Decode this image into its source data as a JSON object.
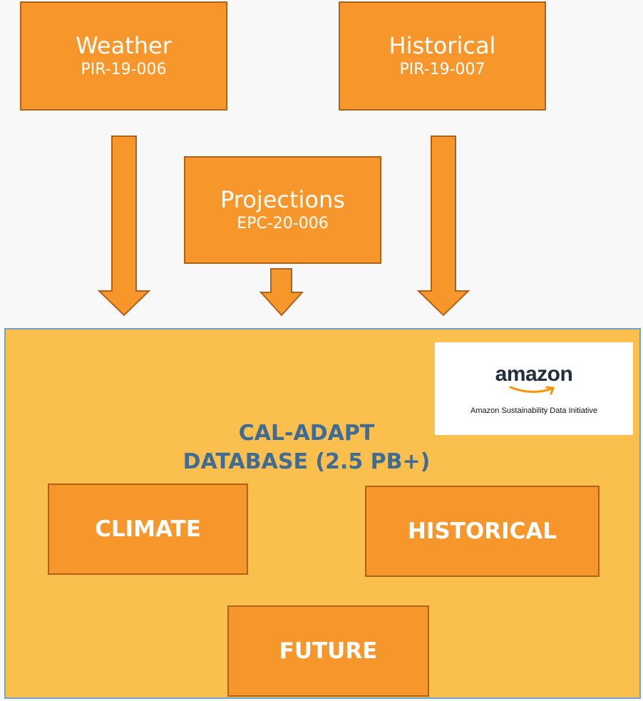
{
  "sources": [
    {
      "title": "Weather",
      "code": "PIR-19-006"
    },
    {
      "title": "Historical",
      "code": "PIR-19-007"
    },
    {
      "title": "Projections",
      "code": "EPC-20-006"
    }
  ],
  "database": {
    "title_line1": "CAL-ADAPT",
    "title_line2": "DATABASE (2.5 PB+)",
    "categories": [
      "CLIMATE",
      "HISTORICAL",
      "FUTURE"
    ]
  },
  "amazon_logo": {
    "wordmark": "amazon",
    "tagline": "Amazon Sustainability Data Initiative"
  },
  "colors": {
    "box_fill": "#f7962b",
    "box_border": "#b0621a",
    "panel_fill": "#fbbf4e",
    "panel_border": "#6fa2cf",
    "title_text": "#3f6c95",
    "amazon_smile": "#f79400"
  },
  "icons": [
    "arrow-down-icon",
    "amazon-smile-icon"
  ]
}
